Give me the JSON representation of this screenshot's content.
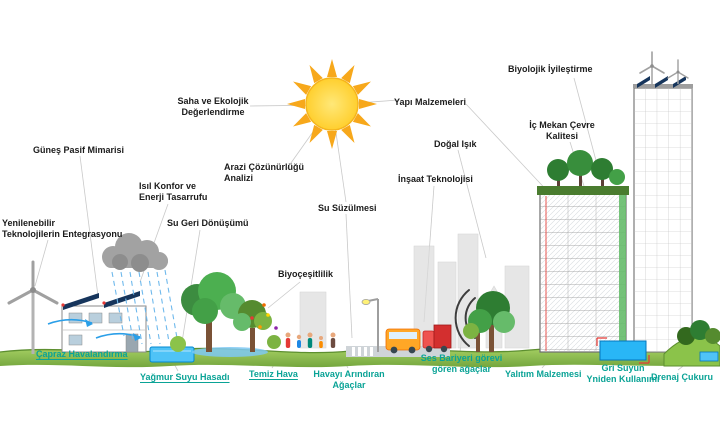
{
  "diagram": {
    "type": "sustainable-green-building-concept-diagram",
    "language": "tr"
  },
  "colors": {
    "label_black": "#1b1b1b",
    "label_teal": "#0aa396",
    "sun_core": "#ffd23f",
    "sun_rays": "#f7a81b",
    "ground_green": "#7cb342",
    "tree_green": "#388e3c",
    "water_blue": "#4fc3f7",
    "solar_panel_blue": "#16355c",
    "cloud_gray": "#a2a2a2",
    "accent_red": "#e53935"
  },
  "labels": {
    "yenilenebilir": [
      "Yenilenebilir",
      "Teknolojilerin Entegrasyonu"
    ],
    "gunes_pasif_mimarisi": [
      "Güneş Pasif Mimarisi"
    ],
    "isil_konfor": [
      "Isıl Konfor ve",
      "Enerji Tasarrufu"
    ],
    "su_geri_donusumu": [
      "Su Geri Dönüşümü"
    ],
    "saha_ekolojik": [
      "Saha ve Ekolojik",
      "Değerlendirme"
    ],
    "arazi_cozunurlugu": [
      "Arazi Çözünürlüğü",
      "Analizi"
    ],
    "su_suzulmesi": [
      "Su Süzülmesi"
    ],
    "biyocesitlilik": [
      "Biyoçeşitlilik"
    ],
    "yapi_malzemeleri": [
      "Yapı Malzemeleri"
    ],
    "dogal_isik": [
      "Doğal Işık"
    ],
    "insaat_teknolojisi": [
      "İnşaat Teknolojisi"
    ],
    "biyolojik_iyilestirme": [
      "Biyolojik İyileştirme"
    ],
    "ic_mekan": [
      "İç Mekan Çevre",
      "Kalitesi"
    ],
    "capraz_havalandirma": [
      "Çapraz Havalandırma"
    ],
    "yagmur_suyu": [
      "Yağmur Suyu Hasadı"
    ],
    "temiz_hava": [
      "Temiz Hava"
    ],
    "havayi_arindiran": [
      "Havayı Arındıran",
      "Ağaçlar"
    ],
    "ses_bariyeri": [
      "Ses Bariyeri görevi",
      "gören ağaçlar"
    ],
    "yalitim_malzemesi": [
      "Yalıtım Malzemesi"
    ],
    "gri_suyun": [
      "Gri Suyun",
      "Yniden Kullanımı"
    ],
    "drenaj_cukuru": [
      "Drenaj Çukuru"
    ]
  },
  "illustration_elements": [
    "sun-icon",
    "rain-cloud-icon",
    "wind-turbine-icon",
    "solar-panel-icon",
    "passive-house",
    "rainwater-tank-icon",
    "trees-middle",
    "biodiversity-dots",
    "people-icons",
    "street-lamp-icon",
    "bus-icon",
    "truck-icon",
    "sound-wave-arcs-icon",
    "sound-barrier-trees",
    "midrise-building-green-roof",
    "tower-building",
    "roof-solar-panels-icon",
    "roof-wind-turbines-icon",
    "greywater-tank-icon",
    "drainage-pit-icon",
    "ground",
    "city-silhouette"
  ]
}
